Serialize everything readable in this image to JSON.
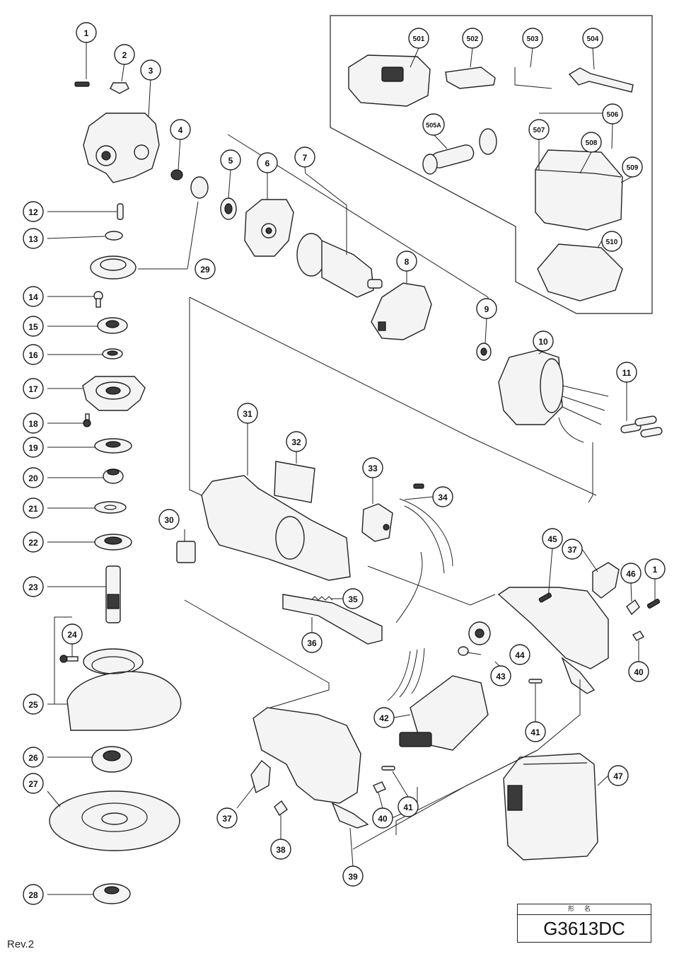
{
  "title_block": {
    "caption": "形名",
    "model": "G3613DC"
  },
  "revision": "Rev.2",
  "part_labels": {
    "p1": "1",
    "p2": "2",
    "p3": "3",
    "p4": "4",
    "p5": "5",
    "p6": "6",
    "p7": "7",
    "p8": "8",
    "p9": "9",
    "p10": "10",
    "p11": "11",
    "p12": "12",
    "p13": "13",
    "p14": "14",
    "p15": "15",
    "p16": "16",
    "p17": "17",
    "p18": "18",
    "p19": "19",
    "p20": "20",
    "p21": "21",
    "p22": "22",
    "p23": "23",
    "p24": "24",
    "p25": "25",
    "p26": "26",
    "p27": "27",
    "p28": "28",
    "p29": "29",
    "p30": "30",
    "p31": "31",
    "p32": "32",
    "p33": "33",
    "p34": "34",
    "p35": "35",
    "p36": "36",
    "p37": "37",
    "p38": "38",
    "p39": "39",
    "p40": "40",
    "p41": "41",
    "p42": "42",
    "p43": "43",
    "p44": "44",
    "p45": "45",
    "p46": "46",
    "p47": "47",
    "p501": "501",
    "p502": "502",
    "p503": "503",
    "p504": "504",
    "p505A": "505A",
    "p506": "506",
    "p507": "507",
    "p508": "508",
    "p509": "509",
    "p510": "510"
  }
}
